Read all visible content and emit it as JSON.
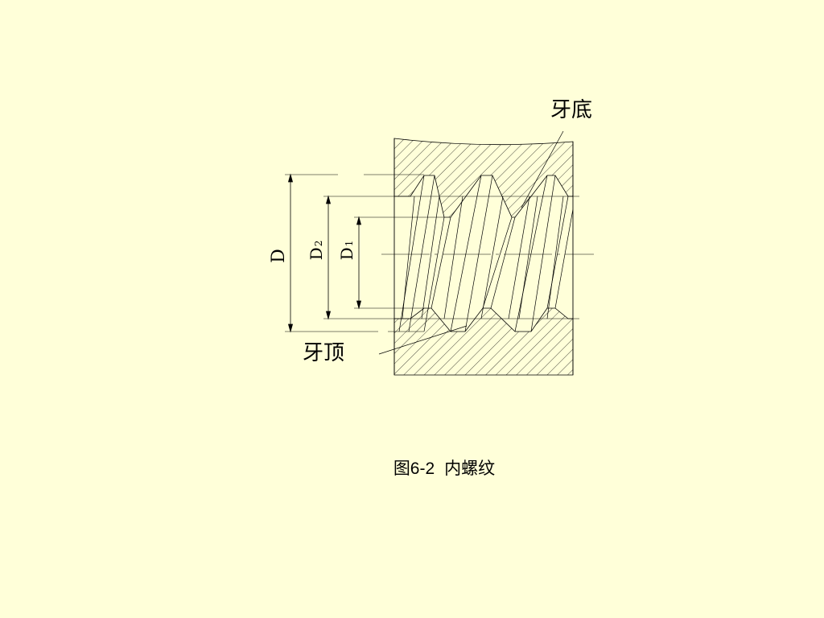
{
  "figure": {
    "caption_number": "图6-2",
    "caption_title": "内螺纹"
  },
  "labels": {
    "root": "牙底",
    "crest": "牙顶",
    "major_diameter": "D",
    "pitch_diameter_symbol": "D",
    "pitch_diameter_subscript": "2",
    "minor_diameter_symbol": "D",
    "minor_diameter_subscript": "1"
  },
  "colors": {
    "background": "#ffffd9",
    "lines": "#000000"
  }
}
